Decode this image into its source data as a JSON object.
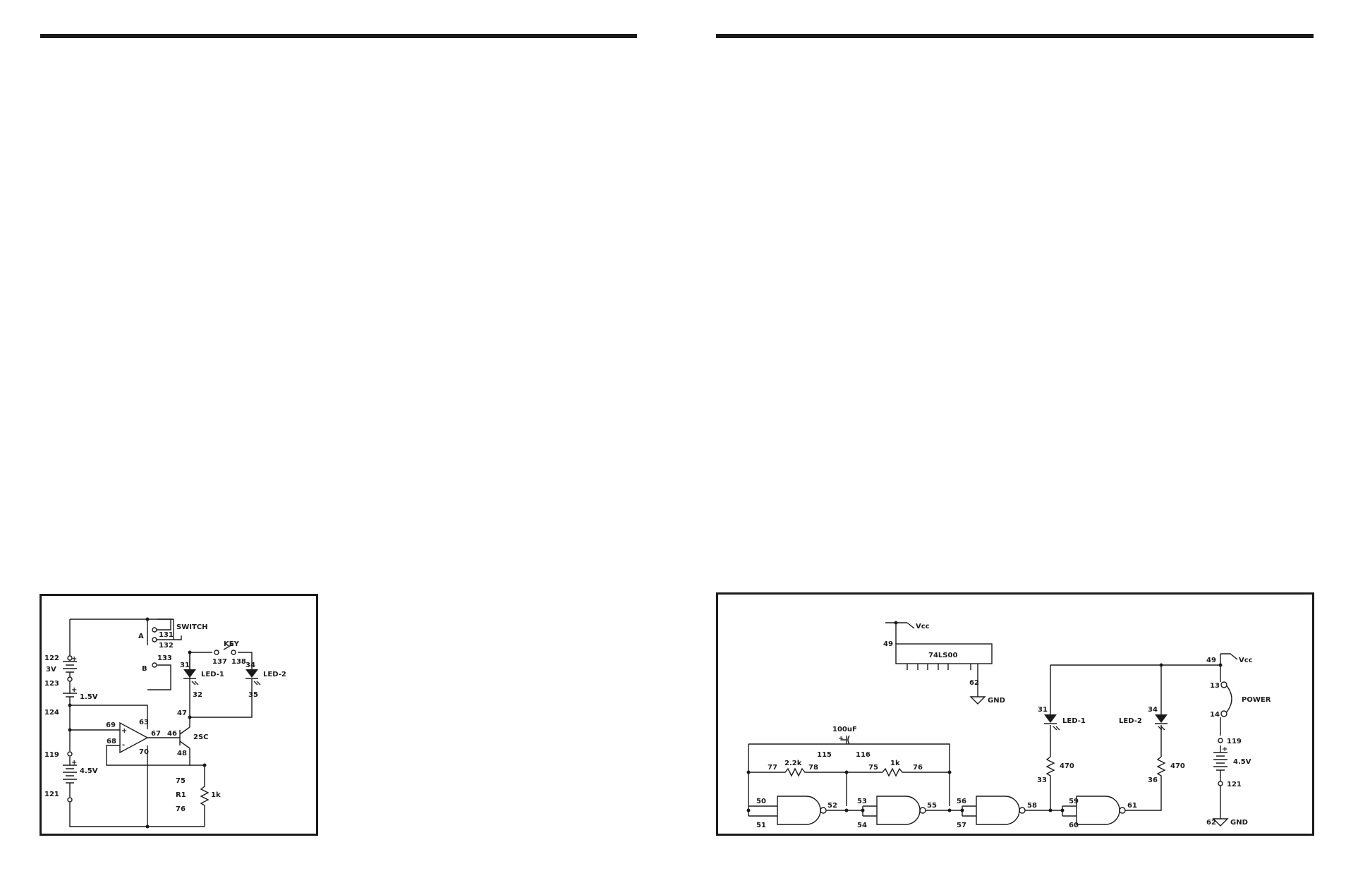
{
  "left_page": {
    "schematic": {
      "labels": {
        "switch": "SWITCH",
        "key": "KEY",
        "pos_a": "A",
        "pos_b": "B",
        "p131": "131",
        "p132": "132",
        "p133": "133",
        "p137": "137",
        "p138": "138",
        "p122": "122",
        "p123": "123",
        "p124": "124",
        "p119": "119",
        "p121": "121",
        "v3": "3V",
        "v15": "1.5V",
        "v45": "4.5V",
        "p31": "31",
        "p32": "32",
        "p34": "34",
        "p35": "35",
        "led1": "LED-1",
        "led2": "LED-2",
        "p69": "69",
        "p68": "68",
        "p63": "63",
        "p67": "67",
        "p70": "70",
        "p46": "46",
        "p47": "47",
        "p48": "48",
        "transistor": "2SC",
        "p75": "75",
        "p76": "76",
        "r1": "R1",
        "r1_value": "1k",
        "plus": "+",
        "minus": "-"
      }
    }
  },
  "right_page": {
    "schematic": {
      "labels": {
        "vcc": "Vcc",
        "gnd": "GND",
        "chip": "74LS00",
        "p49": "49",
        "p62": "62",
        "cap": "100uF",
        "p115": "115",
        "p116": "116",
        "p77": "77",
        "r_22k": "2.2k",
        "p78": "78",
        "p75": "75",
        "r_1k": "1k",
        "p76": "76",
        "p50": "50",
        "p51": "51",
        "p52": "52",
        "p53": "53",
        "p54": "54",
        "p55": "55",
        "p56": "56",
        "p57": "57",
        "p58": "58",
        "p59": "59",
        "p60": "60",
        "p61": "61",
        "p31": "31",
        "led1": "LED-1",
        "r_470a": "470",
        "p33": "33",
        "p34": "34",
        "led2": "LED-2",
        "r_470b": "470",
        "p36": "36",
        "p13": "13",
        "p14": "14",
        "power": "POWER",
        "p119": "119",
        "v45": "4.5V",
        "p121": "121",
        "plus": "+"
      }
    }
  }
}
